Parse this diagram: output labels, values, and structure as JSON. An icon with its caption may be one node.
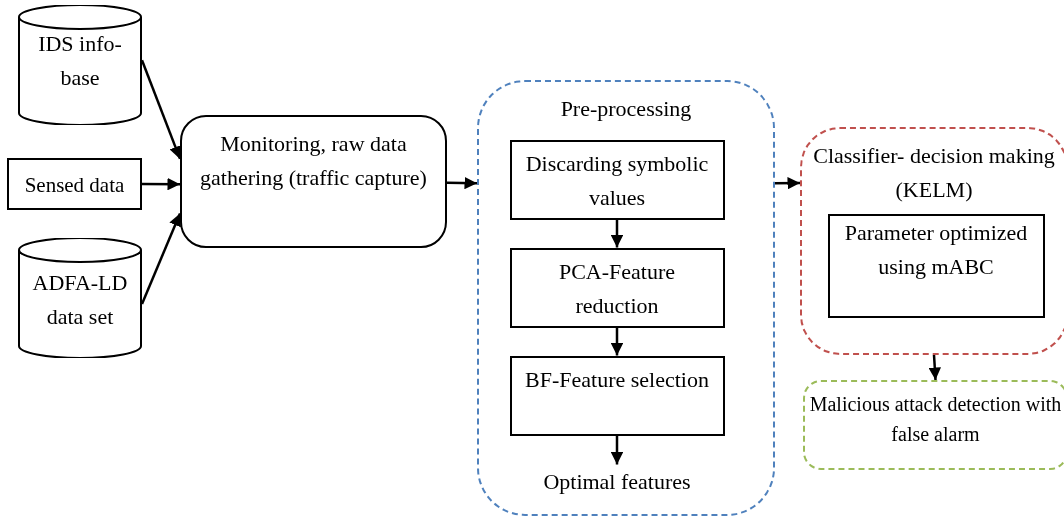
{
  "diagram": {
    "nodes": [
      {
        "text": [
          "IDS info- base"
        ]
      },
      {
        "text": [
          "Sensed data"
        ]
      },
      {
        "text": [
          "ADFA-LD data set"
        ]
      },
      {
        "text": [
          "Monitoring, raw data gathering (traffic capture)"
        ]
      },
      {
        "text": [
          "Pre-processing"
        ]
      },
      {
        "text": [
          "Discarding symbolic values"
        ],
        "in": 4
      },
      {
        "text": [
          "PCA-Feature reduction"
        ],
        "in": 4
      },
      {
        "text": [
          "BF-Feature selection"
        ],
        "in": 4
      },
      {
        "text": [
          "Optimal features"
        ],
        "in": 4
      },
      {
        "text": [
          "Classifier- decision making (KELM)"
        ]
      },
      {
        "text": [
          "Parameter optimized using mABC"
        ],
        "in": 9
      },
      {
        "text": [
          "Malicious attack detection with false alarm"
        ]
      }
    ],
    "edges": [
      {
        "from": 0,
        "to": 3,
        "arrow": "to"
      },
      {
        "from": 1,
        "to": 3,
        "arrow": "to"
      },
      {
        "from": 2,
        "to": 3,
        "arrow": "to"
      },
      {
        "from": 3,
        "to": 4,
        "arrow": "to"
      },
      {
        "from": 5,
        "to": 6,
        "arrow": "to"
      },
      {
        "from": 6,
        "to": 7,
        "arrow": "to"
      },
      {
        "from": 7,
        "to": 8,
        "arrow": "to"
      },
      {
        "from": 4,
        "to": 9,
        "arrow": "to"
      },
      {
        "from": 9,
        "to": 11,
        "arrow": "to"
      }
    ]
  }
}
